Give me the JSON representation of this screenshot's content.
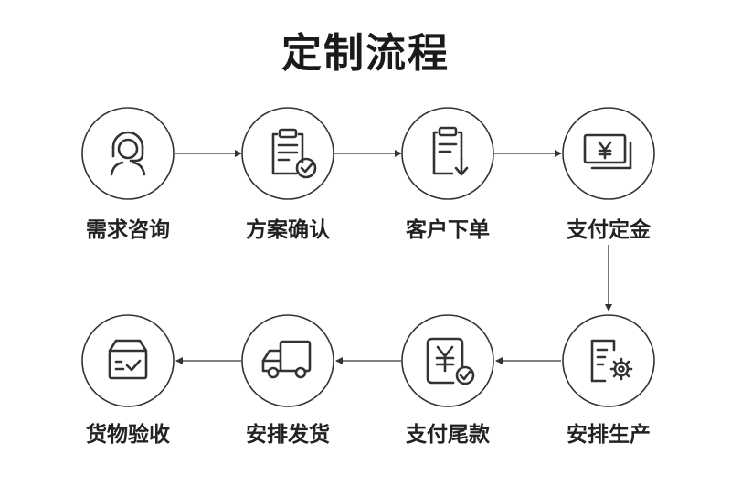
{
  "title": "定制流程",
  "steps": [
    {
      "label": "需求咨询",
      "icon": "headset-consultant-icon"
    },
    {
      "label": "方案确认",
      "icon": "clipboard-check-icon"
    },
    {
      "label": "客户下单",
      "icon": "order-download-icon"
    },
    {
      "label": "支付定金",
      "icon": "yuan-banknote-icon"
    },
    {
      "label": "安排生产",
      "icon": "document-gear-icon"
    },
    {
      "label": "支付尾款",
      "icon": "yuan-receipt-check-icon"
    },
    {
      "label": "安排发货",
      "icon": "delivery-truck-icon"
    },
    {
      "label": "货物验收",
      "icon": "box-check-icon"
    }
  ],
  "colors": {
    "stroke": "#333333",
    "text": "#222222",
    "circle_fill": "#ffffff"
  }
}
